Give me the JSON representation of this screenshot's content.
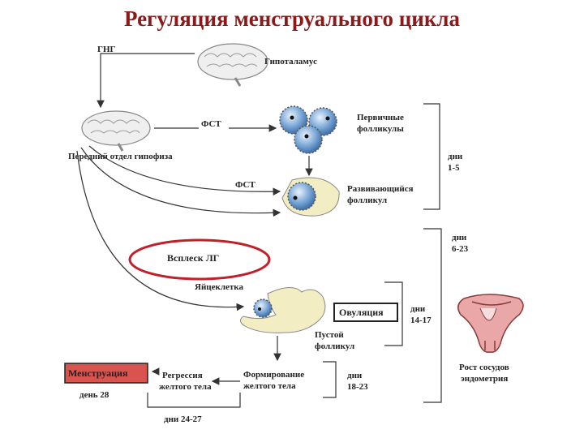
{
  "title": "Регуляция менструального цикла",
  "labels": {
    "gng": "ГНГ",
    "hypothalamus": "Гипоталамус",
    "fsh_top": "ФСТ",
    "anterior_pituitary": "Передний отдел гипофиза",
    "primary_follicles_l1": "Первичные",
    "primary_follicles_l2": "фолликулы",
    "fsh_mid": "ФСТ",
    "developing_follicle_l1": "Развивающийся",
    "developing_follicle_l2": "фолликул",
    "days_1_5_l1": "дни",
    "days_1_5_l2": "1-5",
    "lh_surge": "Всплеск ЛГ",
    "days_6_23_l1": "дни",
    "days_6_23_l2": "6-23",
    "egg_cell": "Яйцеклетка",
    "ovulation": "Овуляция",
    "days_14_17_l1": "дни",
    "days_14_17_l2": "14-17",
    "empty_follicle_l1": "Пустой",
    "empty_follicle_l2": "фолликул",
    "menstruation": "Менструация",
    "day_28": "день 28",
    "regression_l1": "Регрессия",
    "regression_l2": "желтого тела",
    "corpus_luteum_l1": "Формирование",
    "corpus_luteum_l2": "желтого тела",
    "days_18_23_l1": "дни",
    "days_18_23_l2": "18-23",
    "days_24_27": "дни 24-27",
    "vessel_growth_l1": "Рост сосудов",
    "vessel_growth_l2": "эндометрия"
  },
  "colors": {
    "title": "#8b1a1a",
    "highlight_ring": "#c0202a",
    "menstruation_box": "#d9534f",
    "follicle": "#7aa6d6",
    "yellow_body": "#f3edc3"
  }
}
